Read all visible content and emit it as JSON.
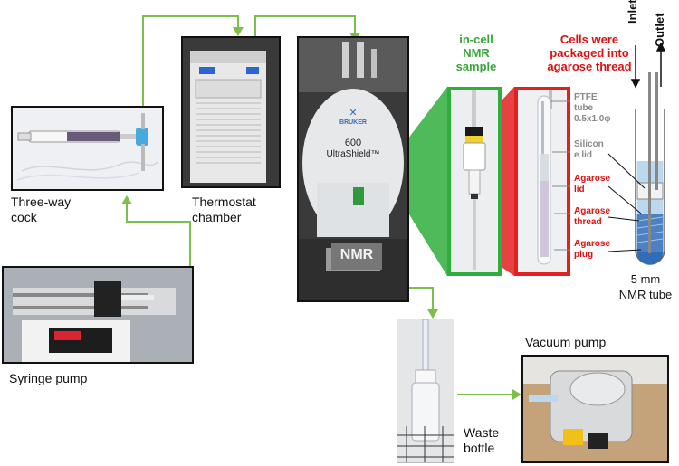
{
  "labels": {
    "three_way_cock": "Three-way\ncock",
    "thermostat": "Thermostat\nchamber",
    "syringe_pump": "Syringe pump",
    "nmr": "NMR",
    "incell": "in-cell\nNMR\nsample",
    "cells_packaged": "Cells were\npackaged into\nagarose thread",
    "nmr_tube": "5 mm\nNMR tube",
    "vacuum_pump": "Vacuum pump",
    "waste_bottle": "Waste\nbottle",
    "inlet": "Inlet",
    "outlet": "Outlet"
  },
  "annotations": {
    "ptfe": "PTFE\ntube\n0.5x1.0φ",
    "silicone": "Silicon\ne lid",
    "agarose_lid": "Agarose\nlid",
    "agarose_thread": "Agarose\nthread",
    "agarose_plug": "Agarose\nplug"
  },
  "magnet": {
    "brand": "BRUKER",
    "model_number": "600",
    "model_name": "UltraShield™"
  },
  "colors": {
    "flow_line": "#7cc04a",
    "incell_frame": "#2fae3c",
    "packaged_frame": "#e32020",
    "zoom_green": "#2fae3c",
    "zoom_red": "#e32020"
  }
}
